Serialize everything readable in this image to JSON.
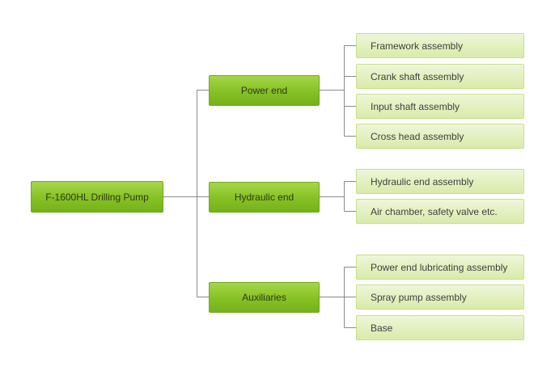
{
  "root": {
    "label": "F-1600HL Drilling Pump"
  },
  "branches": [
    {
      "label": "Power end",
      "children": [
        "Framework assembly",
        "Crank shaft assembly",
        "Input shaft assembly",
        "Cross head assembly"
      ]
    },
    {
      "label": "Hydraulic end",
      "children": [
        "Hydraulic end assembly",
        "Air chamber, safety valve etc."
      ]
    },
    {
      "label": "Auxiliaries",
      "children": [
        "Power end lubricating assembly",
        "Spray pump assembly",
        "Base"
      ]
    }
  ],
  "colors": {
    "node_fill": "#86c123",
    "leaf_fill": "#d9ebaa",
    "connector": "#8a8a8a"
  }
}
